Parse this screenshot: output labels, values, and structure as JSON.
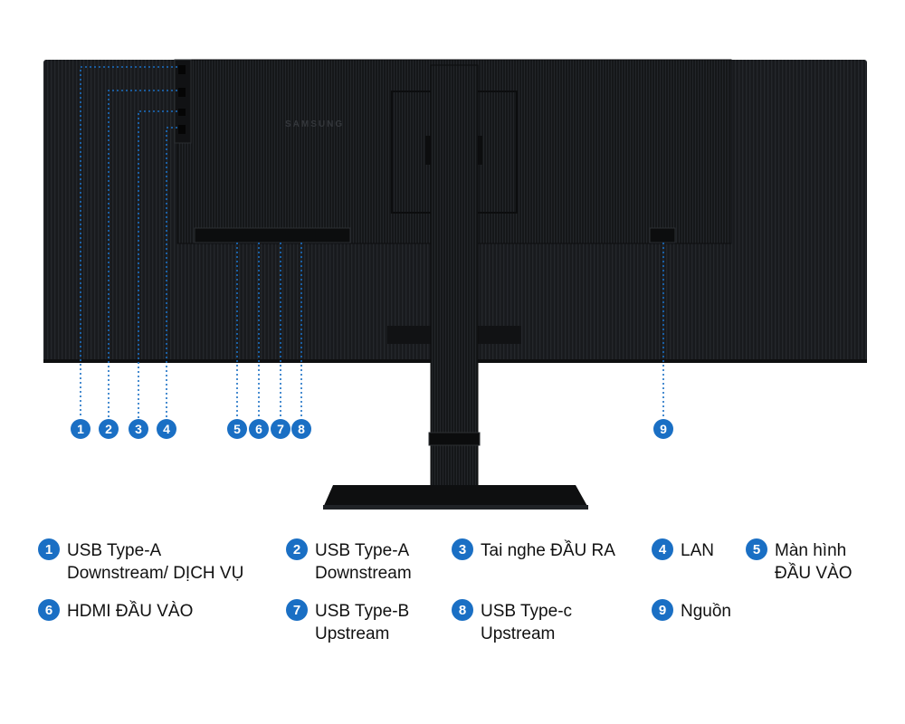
{
  "colors": {
    "accent": "#1a6fc4",
    "monitor": "#181a1d",
    "background": "#ffffff"
  },
  "brand_logo": "SAMSUNG",
  "markers": [
    "1",
    "2",
    "3",
    "4",
    "5",
    "6",
    "7",
    "8",
    "9"
  ],
  "legend": [
    {
      "num": "1",
      "lines": [
        "USB Type-A",
        "Downstream/ DỊCH VỤ"
      ]
    },
    {
      "num": "2",
      "lines": [
        "USB Type-A",
        "Downstream"
      ]
    },
    {
      "num": "3",
      "lines": [
        "Tai nghe ĐẦU RA"
      ]
    },
    {
      "num": "4",
      "lines": [
        "LAN"
      ]
    },
    {
      "num": "5",
      "lines": [
        "Màn hình",
        "ĐẦU VÀO"
      ]
    },
    {
      "num": "6",
      "lines": [
        "HDMI ĐẦU VÀO"
      ]
    },
    {
      "num": "7",
      "lines": [
        "USB Type-B",
        "Upstream"
      ]
    },
    {
      "num": "8",
      "lines": [
        "USB Type-c",
        "Upstream"
      ]
    },
    {
      "num": "9",
      "lines": [
        "Nguồn"
      ]
    }
  ]
}
